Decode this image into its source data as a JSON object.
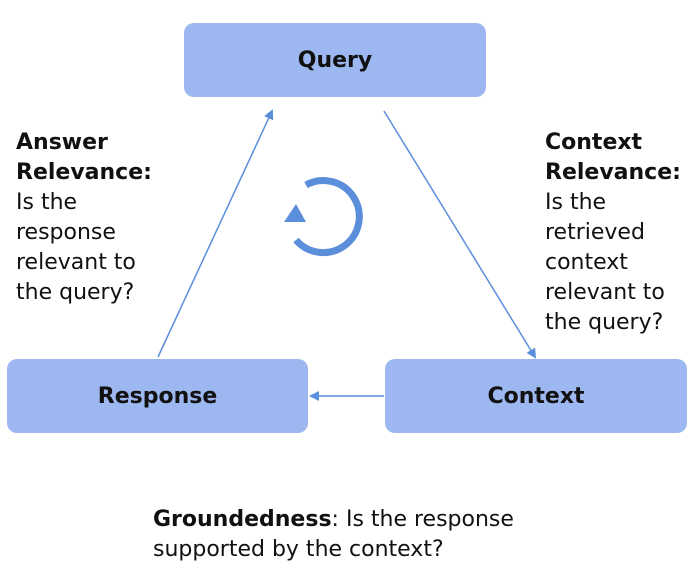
{
  "nodes": {
    "query": "Query",
    "response": "Response",
    "context": "Context"
  },
  "answer_relevance": {
    "term_line1": "Answer",
    "term_line2": "Relevance:",
    "lines": [
      "Is the",
      "response",
      "relevant to",
      "the query?"
    ]
  },
  "context_relevance": {
    "term_line1": "Context",
    "term_line2": "Relevance:",
    "lines": [
      "Is the",
      "retrieved",
      "context",
      "relevant to",
      "the query?"
    ]
  },
  "groundedness": {
    "term": "Groundedness",
    "desc_line1": ": Is the response",
    "desc_line2": "supported by the context?"
  },
  "colors": {
    "node_fill": "#9db8f0",
    "edge": "#5b8fdb",
    "cycle_icon": "#5b8fdb"
  },
  "icons": {
    "cycle": "circular-arrow-icon"
  }
}
